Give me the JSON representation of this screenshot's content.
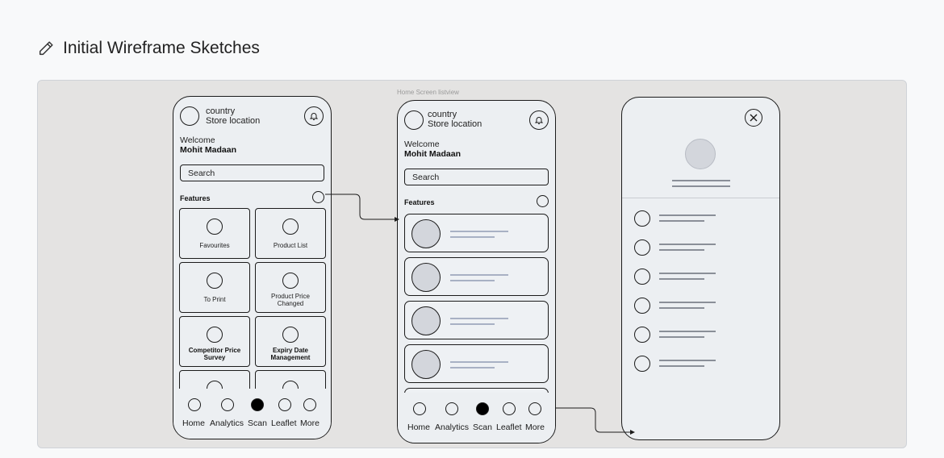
{
  "section": {
    "title": "Initial Wireframe Sketches",
    "icon": "pencil-icon"
  },
  "caption": "Home Screen listview",
  "header": {
    "location_line1": "country",
    "location_line2": "Store location"
  },
  "welcome": {
    "greeting": "Welcome",
    "name": "Mohit Madaan"
  },
  "search_placeholder": "Search",
  "features_label": "Features",
  "features": [
    {
      "label": "Favourites",
      "bold": false
    },
    {
      "label": "Product List",
      "bold": false
    },
    {
      "label": "To Print",
      "bold": false
    },
    {
      "label": "Product Price Changed",
      "bold": false
    },
    {
      "label": "Competitor Price Survey",
      "bold": true
    },
    {
      "label": "Expiry Date Management",
      "bold": true
    }
  ],
  "nav": [
    "Home",
    "Analytics",
    "Scan",
    "Leaflet",
    "More"
  ],
  "nav_active": "Scan",
  "colors": {
    "canvas": "#e4e3e2",
    "phone": "#eceff2",
    "stroke": "#1b1b1b",
    "placeholder_line": "#a8b1c4"
  }
}
